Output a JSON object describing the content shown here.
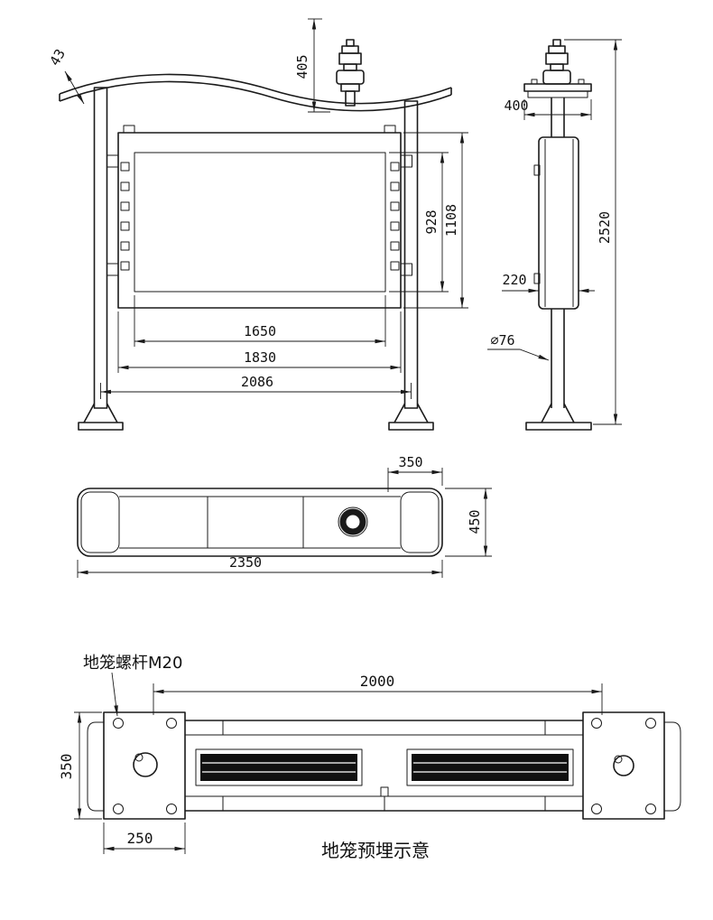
{
  "drawing": {
    "front": {
      "dim_43": "43",
      "dim_405": "405",
      "dim_928": "928",
      "dim_1108": "1108",
      "dim_1650": "1650",
      "dim_1830": "1830",
      "dim_2086": "2086"
    },
    "side": {
      "dim_400": "400",
      "dim_220": "220",
      "dim_2520": "2520",
      "dim_dia76": "∅76"
    },
    "top": {
      "dim_350": "350",
      "dim_450": "450",
      "dim_2350": "2350"
    },
    "foundation": {
      "bolt_label": "地笼螺杆M20",
      "dim_2000": "2000",
      "dim_350": "350",
      "dim_250": "250",
      "caption": "地笼预埋示意"
    }
  }
}
